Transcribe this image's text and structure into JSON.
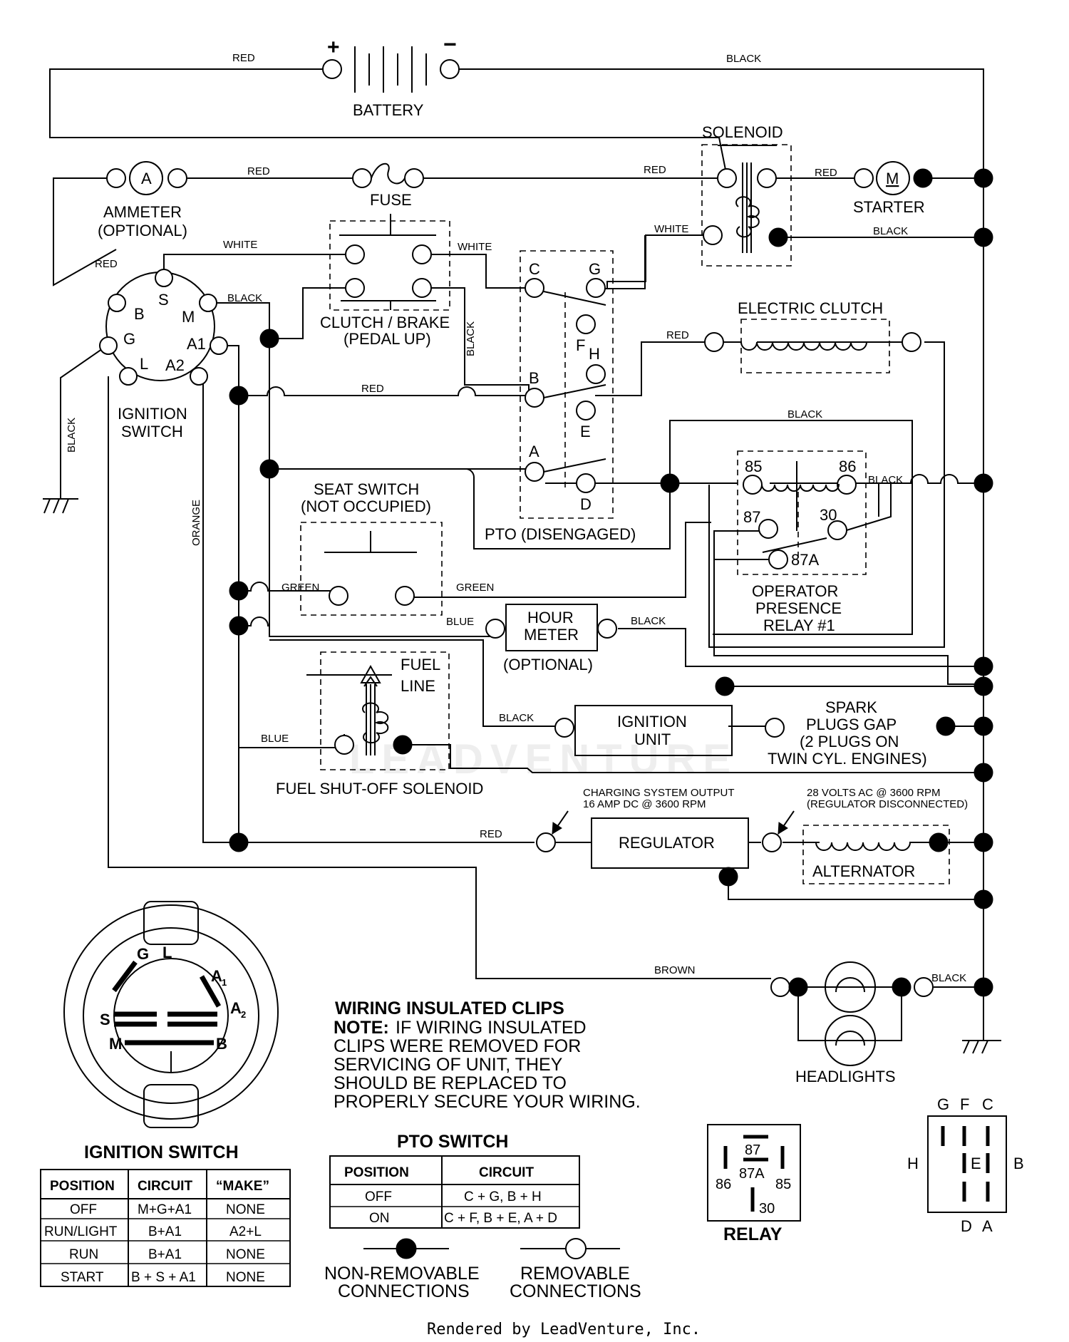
{
  "components": {
    "battery": "BATTERY",
    "battery_pos": "+",
    "battery_neg": "−",
    "solenoid": "SOLENOID",
    "ammeter_symbol": "A",
    "ammeter": "AMMETER",
    "ammeter_opt": "(OPTIONAL)",
    "fuse": "FUSE",
    "starter_symbol": "M",
    "starter": "STARTER",
    "clutch_brake": "CLUTCH / BRAKE",
    "clutch_brake_sub": "(PEDAL UP)",
    "electric_clutch": "ELECTRIC CLUTCH",
    "ignition_switch_1": "IGNITION",
    "ignition_switch_2": "SWITCH",
    "seat_switch": "SEAT SWITCH",
    "seat_switch_sub": "(NOT OCCUPIED)",
    "pto": "PTO (DISENGAGED)",
    "relay_1": "OPERATOR",
    "relay_2": "PRESENCE",
    "relay_3": "RELAY #1",
    "hour_meter_1": "HOUR",
    "hour_meter_2": "METER",
    "hour_meter_opt": "(OPTIONAL)",
    "fuel_line_1": "FUEL",
    "fuel_line_2": "LINE",
    "fuel_solenoid": "FUEL SHUT-OFF SOLENOID",
    "ignition_unit_1": "IGNITION",
    "ignition_unit_2": "UNIT",
    "spark_1": "SPARK",
    "spark_2": "PLUGS GAP",
    "spark_3": "(2 PLUGS ON",
    "spark_4": "TWIN CYL. ENGINES)",
    "regulator": "REGULATOR",
    "alternator": "ALTERNATOR",
    "charging_1": "CHARGING SYSTEM OUTPUT",
    "charging_2": "16 AMP DC @ 3600 RPM",
    "volts_1": "28 VOLTS AC @ 3600 RPM",
    "volts_2": "(REGULATOR DISCONNECTED)",
    "headlights": "HEADLIGHTS"
  },
  "terminals": {
    "ign_b": "B",
    "ign_s": "S",
    "ign_m": "M",
    "ign_g": "G",
    "ign_l": "L",
    "ign_a1": "A1",
    "ign_a2": "A2",
    "pto_c": "C",
    "pto_g": "G",
    "pto_f": "F",
    "pto_h": "H",
    "pto_b": "B",
    "pto_e": "E",
    "pto_a": "A",
    "pto_d": "D",
    "r85": "85",
    "r86": "86",
    "r87": "87",
    "r30": "30",
    "r87a": "87A"
  },
  "wire_colors": {
    "red": "RED",
    "black": "BLACK",
    "white": "WHITE",
    "green": "GREEN",
    "blue": "BLUE",
    "orange": "ORANGE",
    "brown": "BROWN"
  },
  "switch_face": {
    "g": "G",
    "l": "L",
    "a1": "A",
    "a1_sub": "1",
    "s": "S",
    "a2": "A",
    "a2_sub": "2",
    "m": "M",
    "b": "B"
  },
  "notes": {
    "title": "WIRING INSULATED CLIPS",
    "note_label": "NOTE:",
    "line1": "IF WIRING INSULATED",
    "line2": "CLIPS WERE REMOVED FOR",
    "line3": "SERVICING OF UNIT, THEY",
    "line4": "SHOULD BE REPLACED TO",
    "line5": "PROPERLY SECURE YOUR WIRING."
  },
  "ignition_table": {
    "title": "IGNITION SWITCH",
    "headers": [
      "POSITION",
      "CIRCUIT",
      "“MAKE”"
    ],
    "rows": [
      [
        "OFF",
        "M+G+A1",
        "NONE"
      ],
      [
        "RUN/LIGHT",
        "B+A1",
        "A2+L"
      ],
      [
        "RUN",
        "B+A1",
        "NONE"
      ],
      [
        "START",
        "B + S + A1",
        "NONE"
      ]
    ]
  },
  "pto_table": {
    "title": "PTO SWITCH",
    "headers": [
      "POSITION",
      "CIRCUIT"
    ],
    "rows": [
      [
        "OFF",
        "C + G, B + H"
      ],
      [
        "ON",
        "C + F, B + E, A + D"
      ]
    ]
  },
  "legend": {
    "nonremovable_1": "NON-REMOVABLE",
    "nonremovable_2": "CONNECTIONS",
    "removable_1": "REMOVABLE",
    "removable_2": "CONNECTIONS"
  },
  "relay_pinout": {
    "title": "RELAY",
    "p87": "87",
    "p87a": "87A",
    "p86": "86",
    "p85": "85",
    "p30": "30"
  },
  "pto_pinout": {
    "g": "G",
    "f": "F",
    "c": "C",
    "h": "H",
    "e": "E",
    "b": "B",
    "d": "D",
    "a": "A"
  },
  "watermark": "LEADVENTURE",
  "footer": "Rendered by LeadVenture, Inc."
}
